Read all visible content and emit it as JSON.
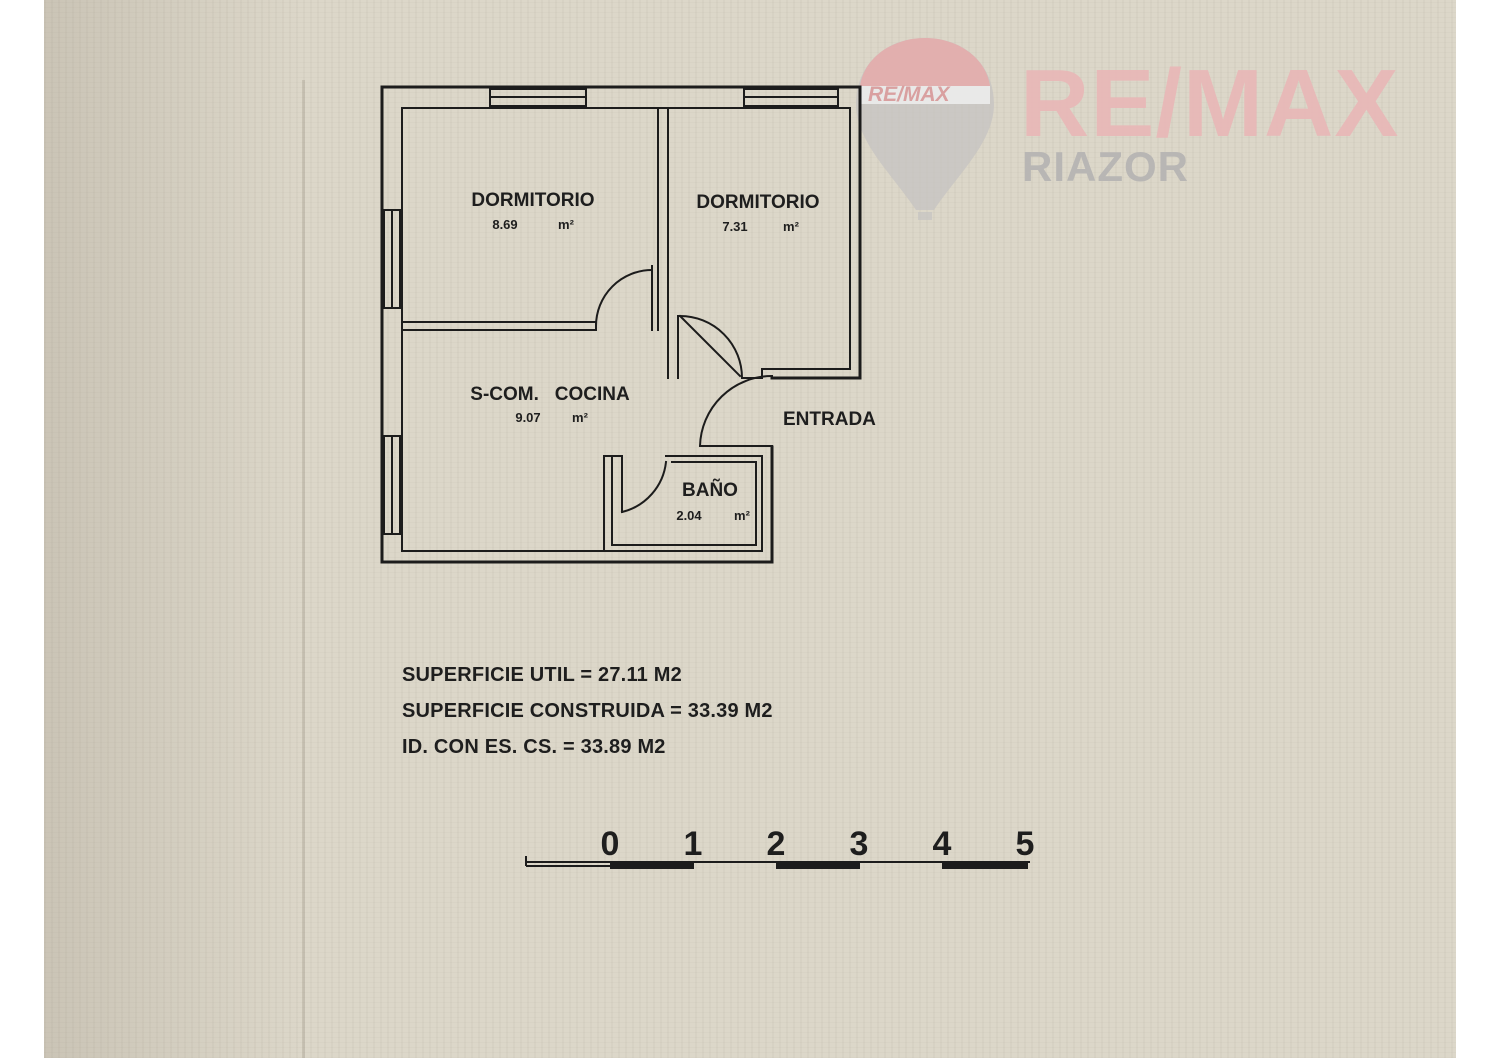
{
  "logo": {
    "brand": "RE/MAX",
    "office": "RIAZOR",
    "balloon_text": "RE/MAX",
    "brand_color": "#e9b7b7",
    "office_color": "#b8b6b4"
  },
  "rooms": [
    {
      "name": "DORMITORIO",
      "area": "8.69",
      "unit": "m²"
    },
    {
      "name": "DORMITORIO",
      "area": "7.31",
      "unit": "m²"
    },
    {
      "name": "S-COM.   COCINA",
      "area": "9.07",
      "unit": "m²"
    },
    {
      "name": "BAÑO",
      "area": "2.04",
      "unit": "m²"
    }
  ],
  "entrance_label": "ENTRADA",
  "areas": {
    "util": "SUPERFICIE UTIL = 27.11 M2",
    "construida": "SUPERFICIE CONSTRUIDA = 33.39 M2",
    "con_es": "ID. CON ES. CS. = 33.89 M2"
  },
  "scale": {
    "ticks": [
      "0",
      "1",
      "2",
      "3",
      "4",
      "5"
    ]
  }
}
